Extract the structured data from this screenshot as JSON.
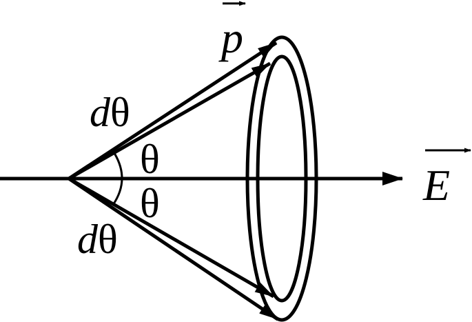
{
  "labels": {
    "p_vector": "p",
    "e_vector": "E",
    "dtheta_upper_d": "d",
    "dtheta_upper_theta": "θ",
    "dtheta_lower_d": "d",
    "dtheta_lower_theta": "θ",
    "theta_upper": "θ",
    "theta_lower": "θ"
  },
  "colors": {
    "ink": "#000000",
    "background": "#ffffff"
  }
}
